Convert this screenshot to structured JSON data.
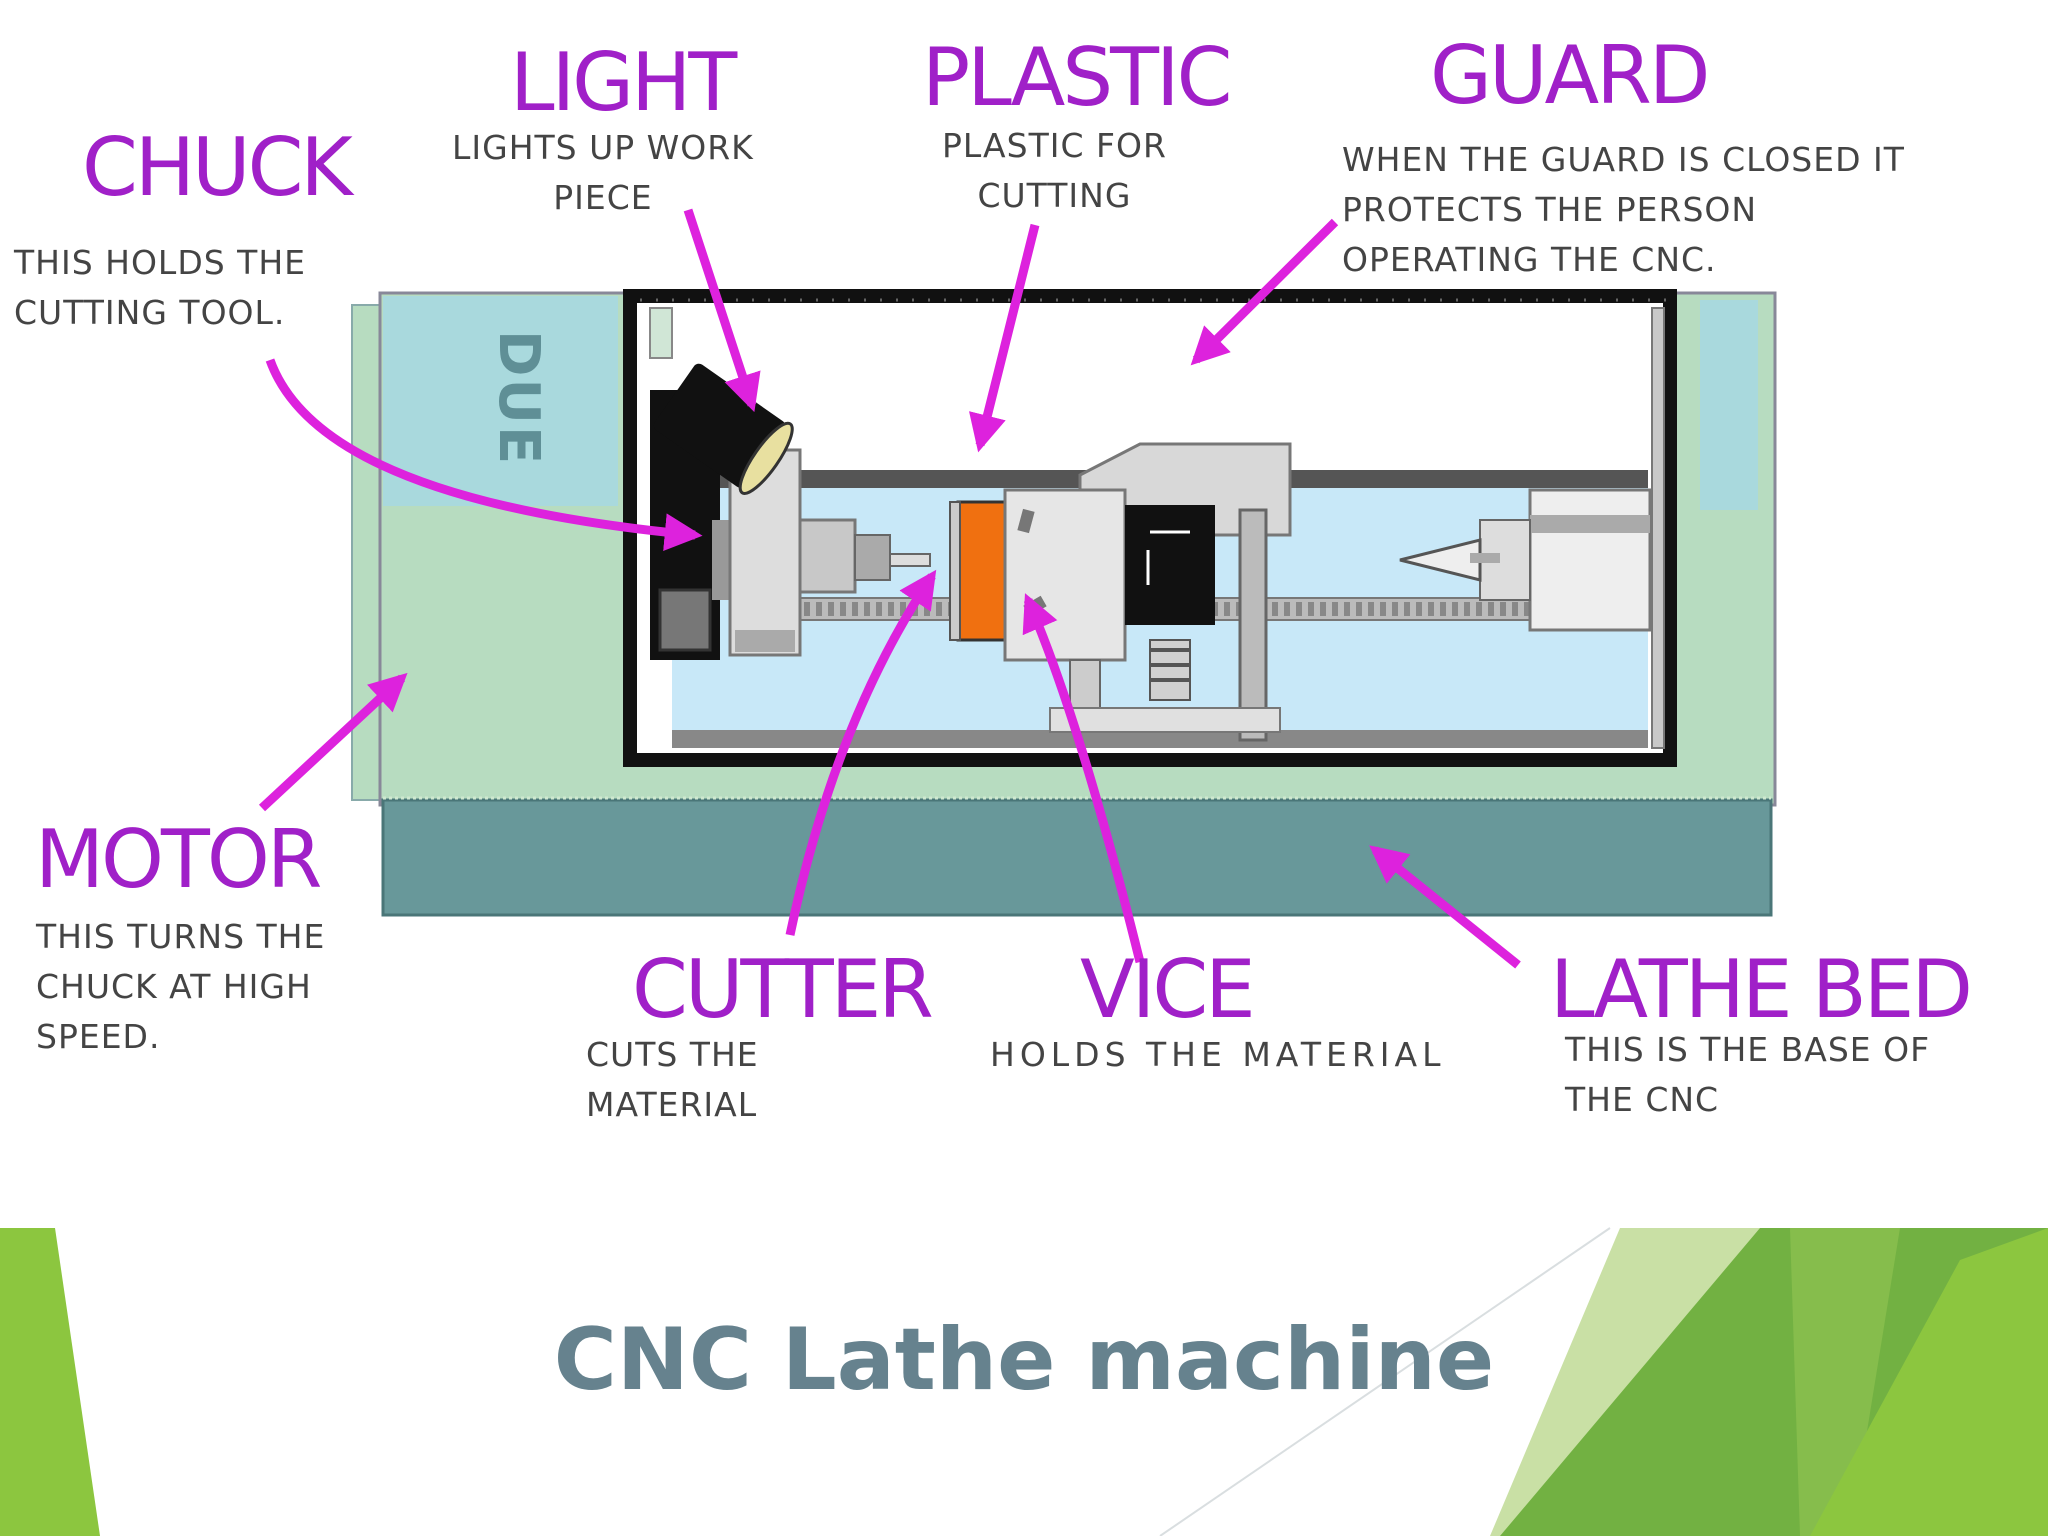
{
  "colors": {
    "arrow": "#dd22dd",
    "label": "#a020c8",
    "machine_body": "#b7dcc0",
    "lathe_bed": "#68989a",
    "title": "#66828e",
    "slide_green": "#8cc63f"
  },
  "labels": {
    "chuck": {
      "title": "CHUCK",
      "desc": [
        "THIS HOLDS THE",
        "CUTTING TOOL."
      ]
    },
    "light": {
      "title": "LIGHT",
      "desc": [
        "LIGHTS UP WORK",
        "PIECE"
      ]
    },
    "plastic": {
      "title": "PLASTIC",
      "desc": [
        "PLASTIC FOR",
        "CUTTING"
      ]
    },
    "guard": {
      "title": "GUARD",
      "desc": [
        "WHEN THE GUARD IS CLOSED IT",
        "PROTECTS THE PERSON",
        "OPERATING THE CNC."
      ]
    },
    "motor": {
      "title": "MOTOR",
      "desc": [
        "THIS TURNS THE",
        "CHUCK AT HIGH",
        "SPEED."
      ]
    },
    "cutter": {
      "title": "CUTTER",
      "desc": [
        "CUTS THE",
        "MATERIAL"
      ]
    },
    "vice": {
      "title": "VICE",
      "desc": [
        "HOLDS THE MATERIAL"
      ]
    },
    "lathe_bed": {
      "title": "LATHE BED",
      "desc": [
        "THIS IS THE BASE OF",
        "THE CNC"
      ]
    }
  },
  "machine_brand": "DUE",
  "slide_title": "CNC Lathe machine"
}
